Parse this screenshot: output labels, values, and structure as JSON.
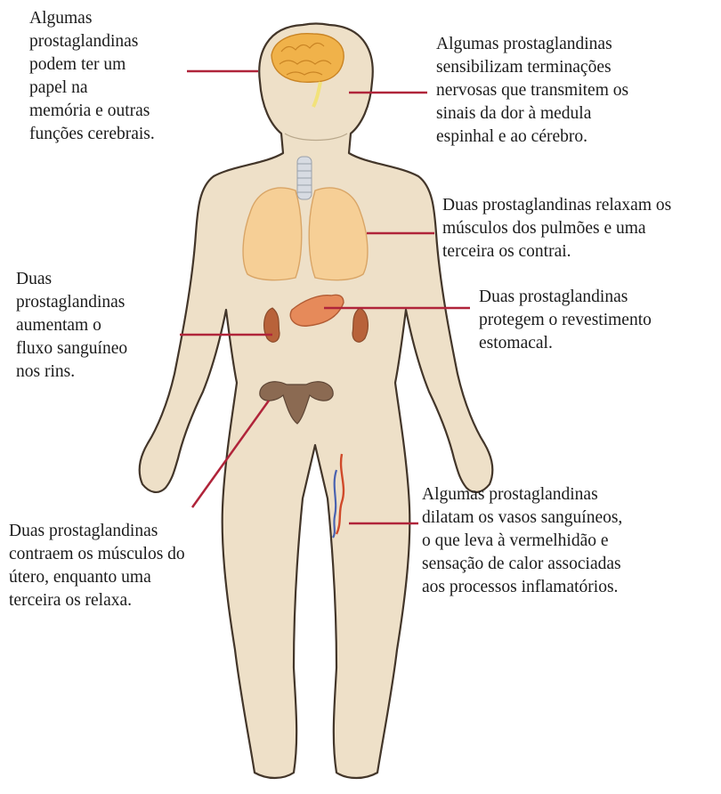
{
  "figure": {
    "colors": {
      "skin": "#eee0c8",
      "skin_outline": "#43362a",
      "brain": "#f0b24a",
      "lungs": "#f6cf96",
      "stomach": "#e68a5a",
      "kidneys": "#b8623a",
      "uterus": "#8b6a52",
      "leader_lines": "#b0243a",
      "vein_blue": "#4a62b0",
      "vein_red": "#d04a2a",
      "trachea": "#d7dbe2"
    },
    "annotations": [
      {
        "id": "brain",
        "text": "Algumas\nprostaglandinas\npodem ter um\npapel na\nmemória e outras\nfunções cerebrais."
      },
      {
        "id": "pain",
        "text": "Algumas prostaglandinas\nsensibilizam terminações\nnervosas que transmitem os\nsinais da dor à medula\nespinhal e ao cérebro."
      },
      {
        "id": "lungs",
        "text": "Duas prostaglandinas relaxam os\nmúsculos dos pulmões e uma\nterceira os contrai."
      },
      {
        "id": "kidney",
        "text": "Duas\nprostaglandinas\naumentam o\nfluxo sanguíneo\nnos rins."
      },
      {
        "id": "stomach",
        "text": "Duas prostaglandinas\nprotegem o revestimento\nestomacal."
      },
      {
        "id": "uterus",
        "text": "Duas prostaglandinas\ncontraem os músculos do\nútero, enquanto uma\n terceira os relaxa."
      },
      {
        "id": "vessels",
        "text": "Algumas prostaglandinas\ndilatam os vasos sanguíneos,\no que leva à vermelhidão e\nsensação de calor associadas\naos processos inflamatórios."
      }
    ]
  }
}
